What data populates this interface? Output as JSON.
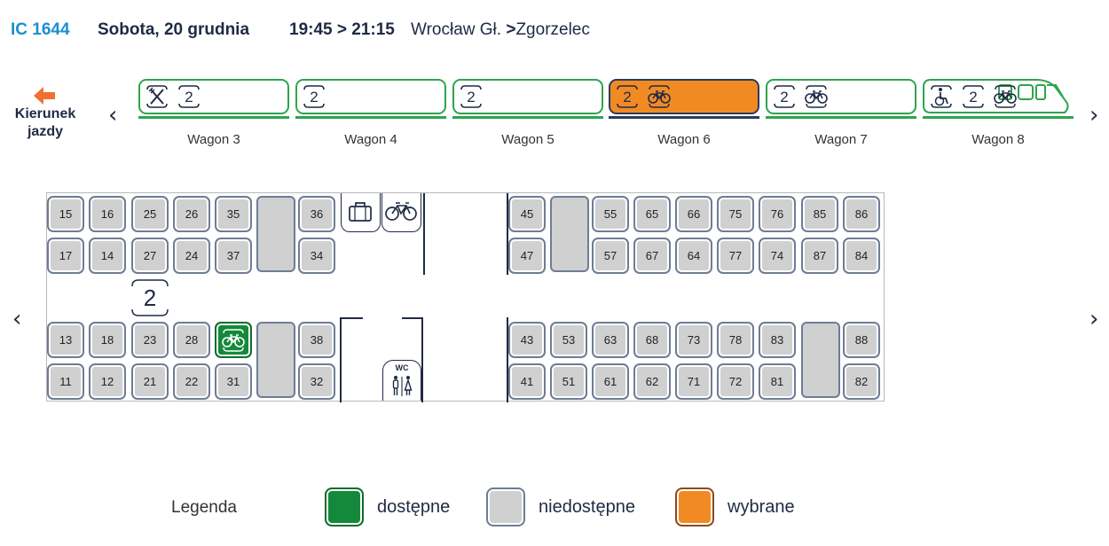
{
  "header": {
    "train": "IC 1644",
    "date": "Sobota, 20 grudnia",
    "time": "19:45 > 21:15",
    "route_from": "Wrocław Gł.",
    "route_sep": ">",
    "route_to": "Zgorzelec"
  },
  "direction": {
    "label_line1": "Kierunek",
    "label_line2": "jazdy",
    "arrow_icon": "arrow-left-icon",
    "arrow_color": "#f07030"
  },
  "nav": {
    "prev_wagon": "‹",
    "next_wagon": "›",
    "prev_car": "‹",
    "next_car": "›"
  },
  "wagons": [
    {
      "name": "Wagon 3",
      "class": "2",
      "icons": [
        "restaurant-icon",
        "class-2-icon"
      ],
      "selected": false
    },
    {
      "name": "Wagon 4",
      "class": "2",
      "icons": [
        "class-2-icon"
      ],
      "selected": false
    },
    {
      "name": "Wagon 5",
      "class": "2",
      "icons": [
        "class-2-icon"
      ],
      "selected": false
    },
    {
      "name": "Wagon 6",
      "class": "2",
      "icons": [
        "class-2-icon",
        "bicycle-icon"
      ],
      "selected": true
    },
    {
      "name": "Wagon 7",
      "class": "2",
      "icons": [
        "class-2-icon",
        "bicycle-icon"
      ],
      "selected": false
    },
    {
      "name": "Wagon 8",
      "class": "2",
      "icons": [
        "wheelchair-icon",
        "class-2-icon",
        "bicycle-icon"
      ],
      "selected": false
    }
  ],
  "car": {
    "class_marker": "2",
    "wc_label": "WC",
    "seats": {
      "top_row1_left": [
        "15",
        "16",
        "25",
        "26",
        "35",
        "36"
      ],
      "top_row2_left": [
        "17",
        "14",
        "27",
        "24",
        "37",
        "34"
      ],
      "bottom_row1_left": [
        "13",
        "18",
        "23",
        "28",
        "",
        "38"
      ],
      "bottom_row2_left": [
        "11",
        "12",
        "21",
        "22",
        "31",
        "32"
      ],
      "top_row1_right": [
        "45",
        "55",
        "65",
        "66",
        "75",
        "76",
        "85",
        "86"
      ],
      "top_row2_right": [
        "47",
        "57",
        "67",
        "64",
        "77",
        "74",
        "87",
        "84"
      ],
      "bottom_row1_right": [
        "43",
        "53",
        "63",
        "68",
        "73",
        "78",
        "83",
        "88"
      ],
      "bottom_row2_right": [
        "41",
        "51",
        "61",
        "62",
        "71",
        "72",
        "81",
        "82"
      ]
    },
    "available_bike_seat_icon": "bicycle-icon"
  },
  "legend": {
    "title": "Legenda",
    "items": [
      {
        "label": "dostępne",
        "color": "#15893b"
      },
      {
        "label": "niedostępne",
        "color": "#d0d0d0"
      },
      {
        "label": "wybrane",
        "color": "#f28a24"
      }
    ]
  }
}
